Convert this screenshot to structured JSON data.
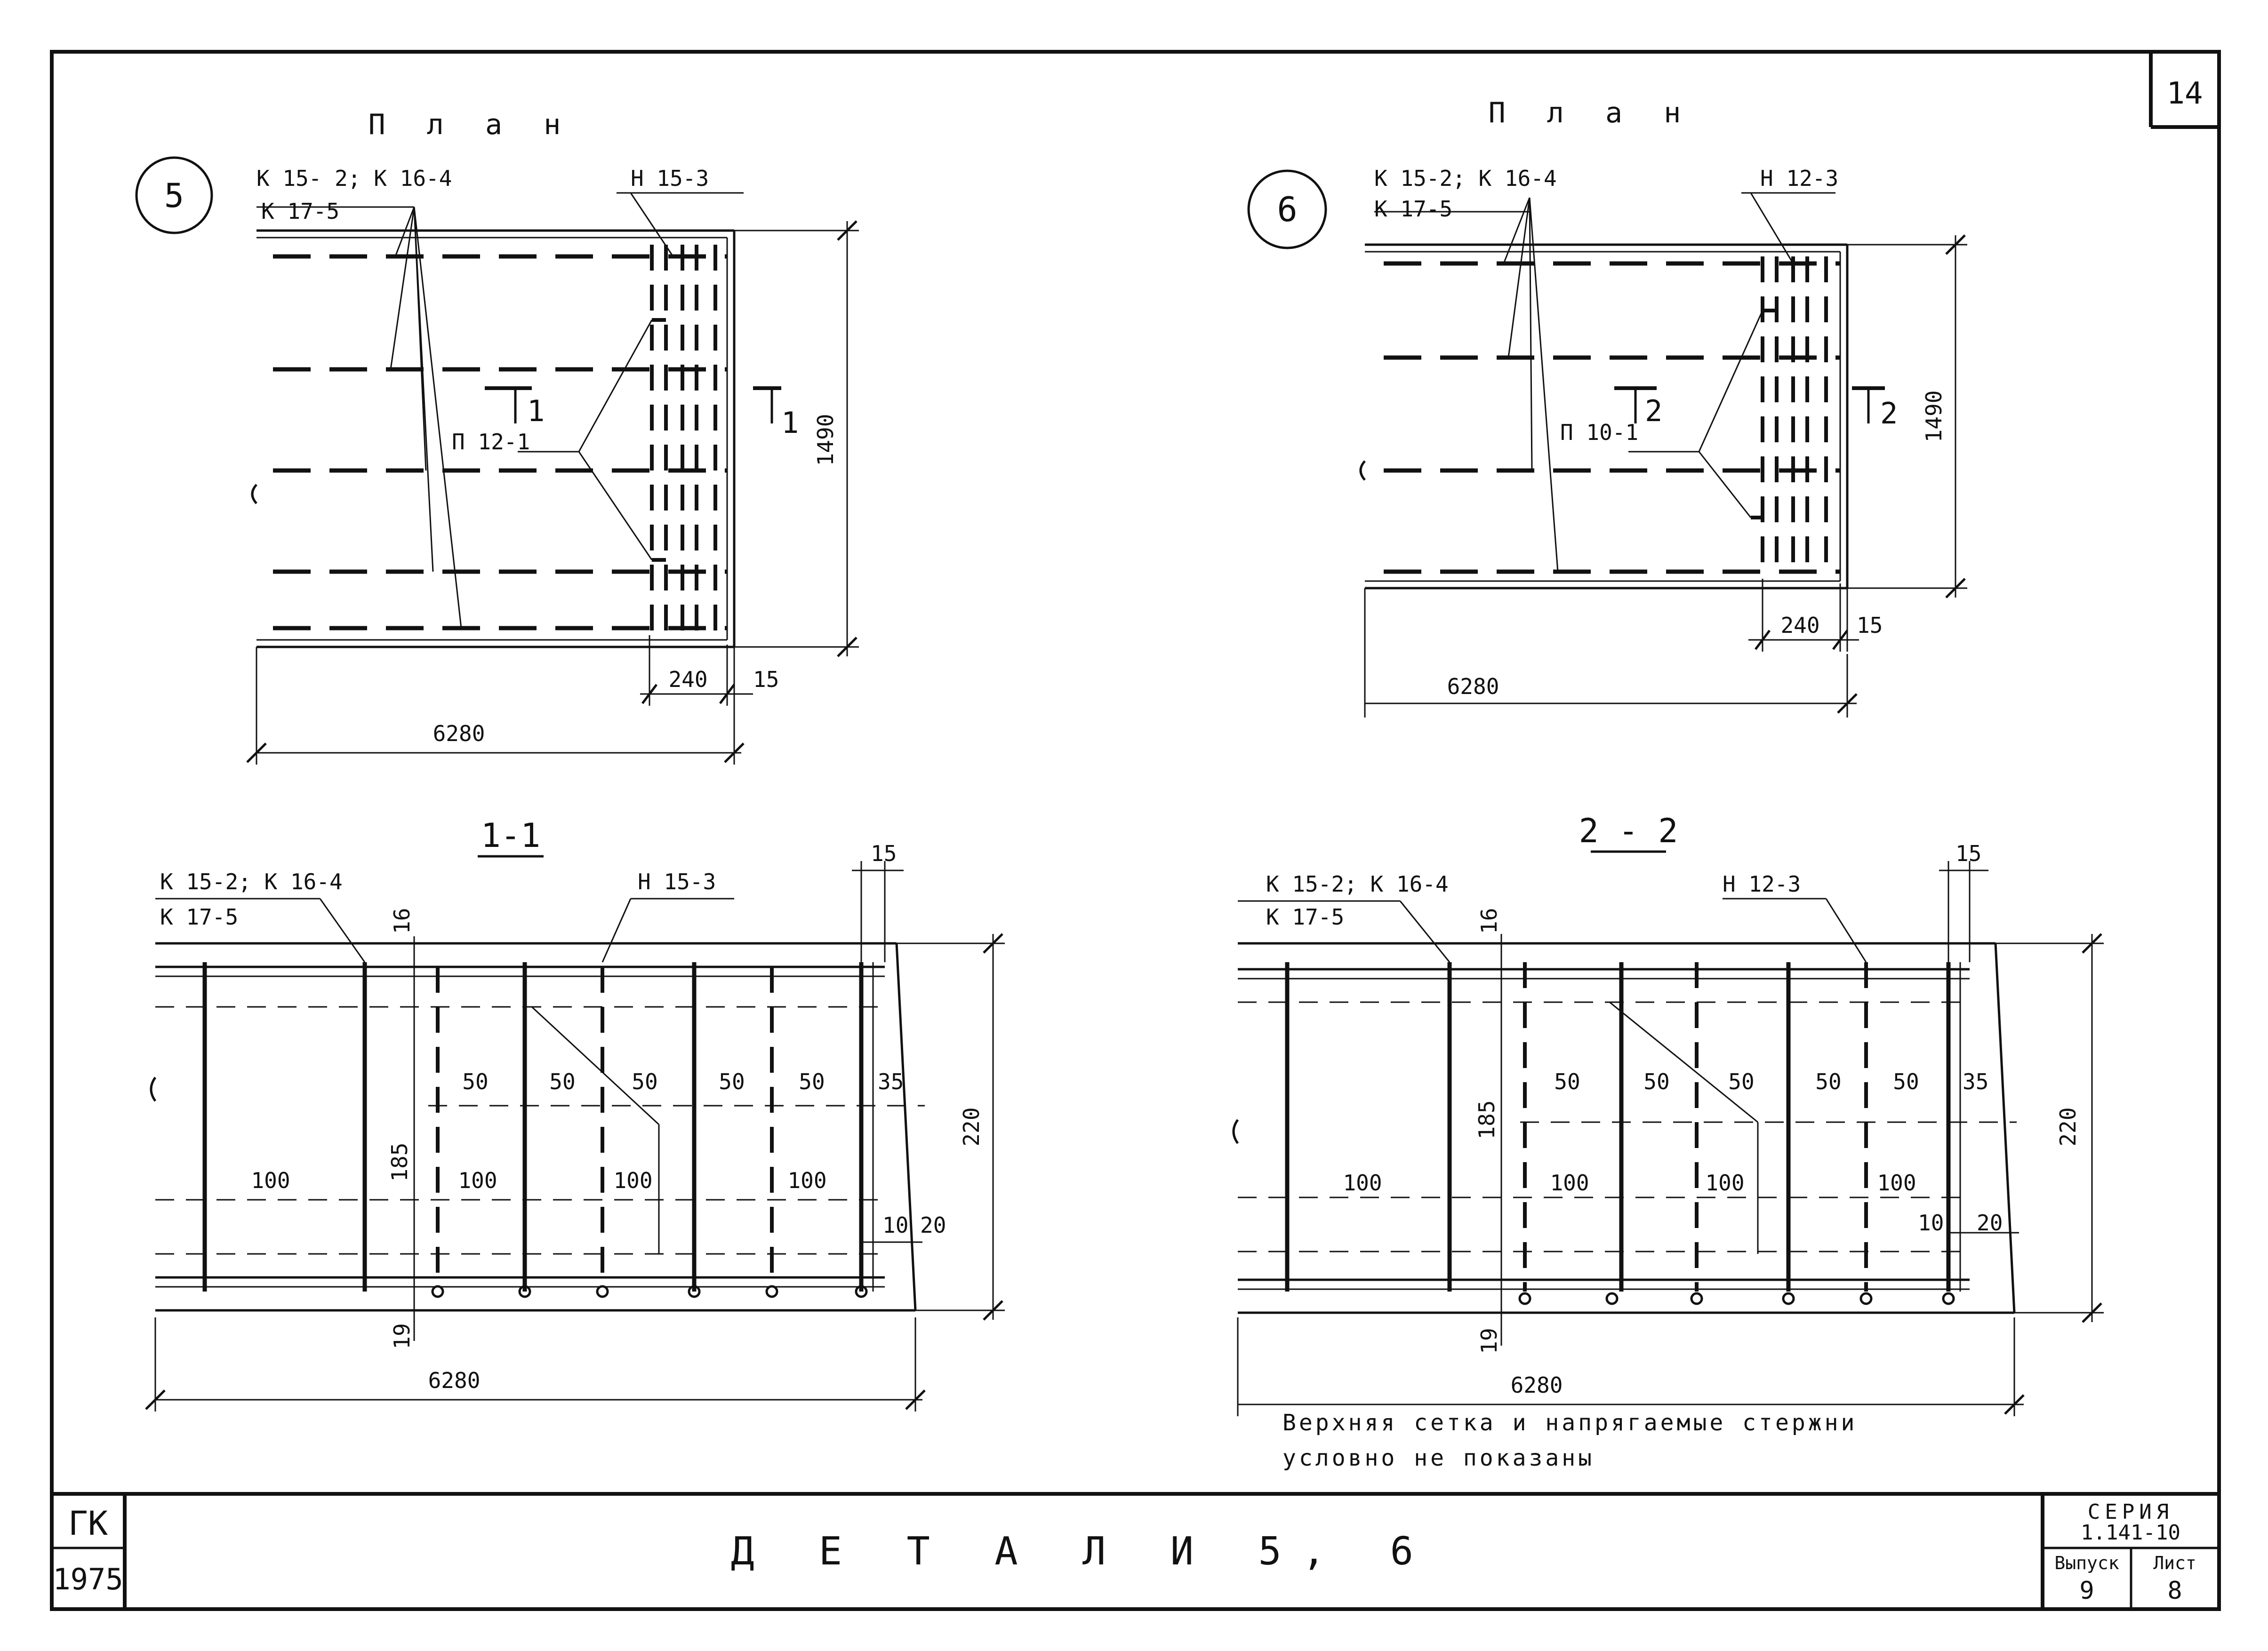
{
  "sheet": {
    "sheet_number": "14",
    "title": "Д Е Т А Л И   5, 6",
    "org": "ГК",
    "year": "1975",
    "series_label": "СЕРИЯ",
    "series_value": "1.141-10",
    "issue_label": "Выпуск",
    "issue_value": "9",
    "list_label": "Лист",
    "list_value": "8"
  },
  "left_plan": {
    "title": "П л а н",
    "detail_no": "5",
    "label_k1": "К 15- 2; К 16-4",
    "label_k2": "К 17-5",
    "label_n": "Н 15-3",
    "label_p": "П 12-1",
    "section_mark": "1",
    "dim_width": "1490",
    "dim_240": "240",
    "dim_15": "15",
    "dim_length": "6280"
  },
  "right_plan": {
    "title": "П л а н",
    "detail_no": "6",
    "label_k1": "К 15-2; К 16-4",
    "label_k2": "К 17-5",
    "label_n": "Н 12-3",
    "label_p": "П 10-1",
    "section_mark": "2",
    "dim_width": "1490",
    "dim_240": "240",
    "dim_15": "15",
    "dim_length": "6280"
  },
  "section_1": {
    "title": "1-1",
    "label_k1": "К 15-2; К 16-4",
    "label_k2": "К 17-5",
    "label_n": "Н 15-3",
    "dim_15": "15",
    "dim_16": "16",
    "dim_185": "185",
    "dim_19": "19",
    "dim_220": "220",
    "dim_50": "50",
    "dim_35": "35",
    "dim_100": "100",
    "dim_10": "10",
    "dim_20": "20",
    "dim_length": "6280"
  },
  "section_2": {
    "title": "2 - 2",
    "label_k1": "К 15-2; К 16-4",
    "label_k2": "К 17-5",
    "label_n": "Н 12-3",
    "dim_15": "15",
    "dim_16": "16",
    "dim_185": "185",
    "dim_19": "19",
    "dim_220": "220",
    "dim_50": "50",
    "dim_35": "35",
    "dim_100": "100",
    "dim_10": "10",
    "dim_20": "20",
    "dim_length": "6280"
  },
  "note": {
    "line1": "Верхняя сетка и напрягаемые стержни",
    "line2": "условно не показаны"
  }
}
